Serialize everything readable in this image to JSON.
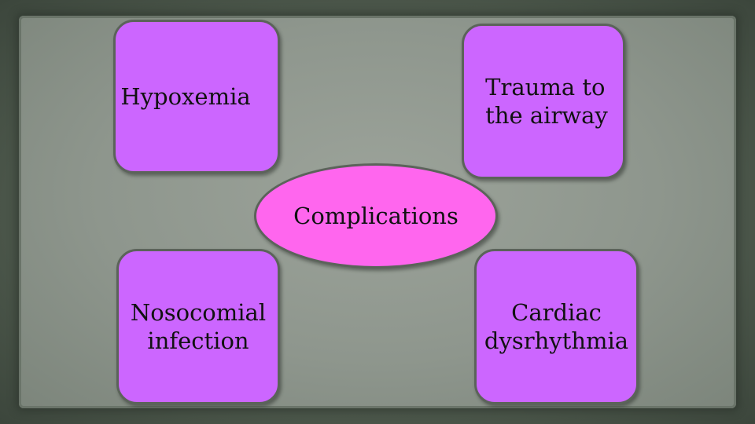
{
  "diagram": {
    "center": {
      "label": "Complications"
    },
    "nodes": [
      {
        "id": "hypoxemia",
        "label": "Hypoxemia"
      },
      {
        "id": "trauma",
        "label": "Trauma to\nthe airway"
      },
      {
        "id": "nosocomial",
        "label": "Nosocomial\ninfection"
      },
      {
        "id": "cardiac",
        "label": "Cardiac\ndysrhythmia"
      }
    ]
  },
  "colors": {
    "box_fill": "#cc66ff",
    "center_fill": "#ff66ee",
    "paper": "#8e968d",
    "frame": "#4f5a4e"
  }
}
